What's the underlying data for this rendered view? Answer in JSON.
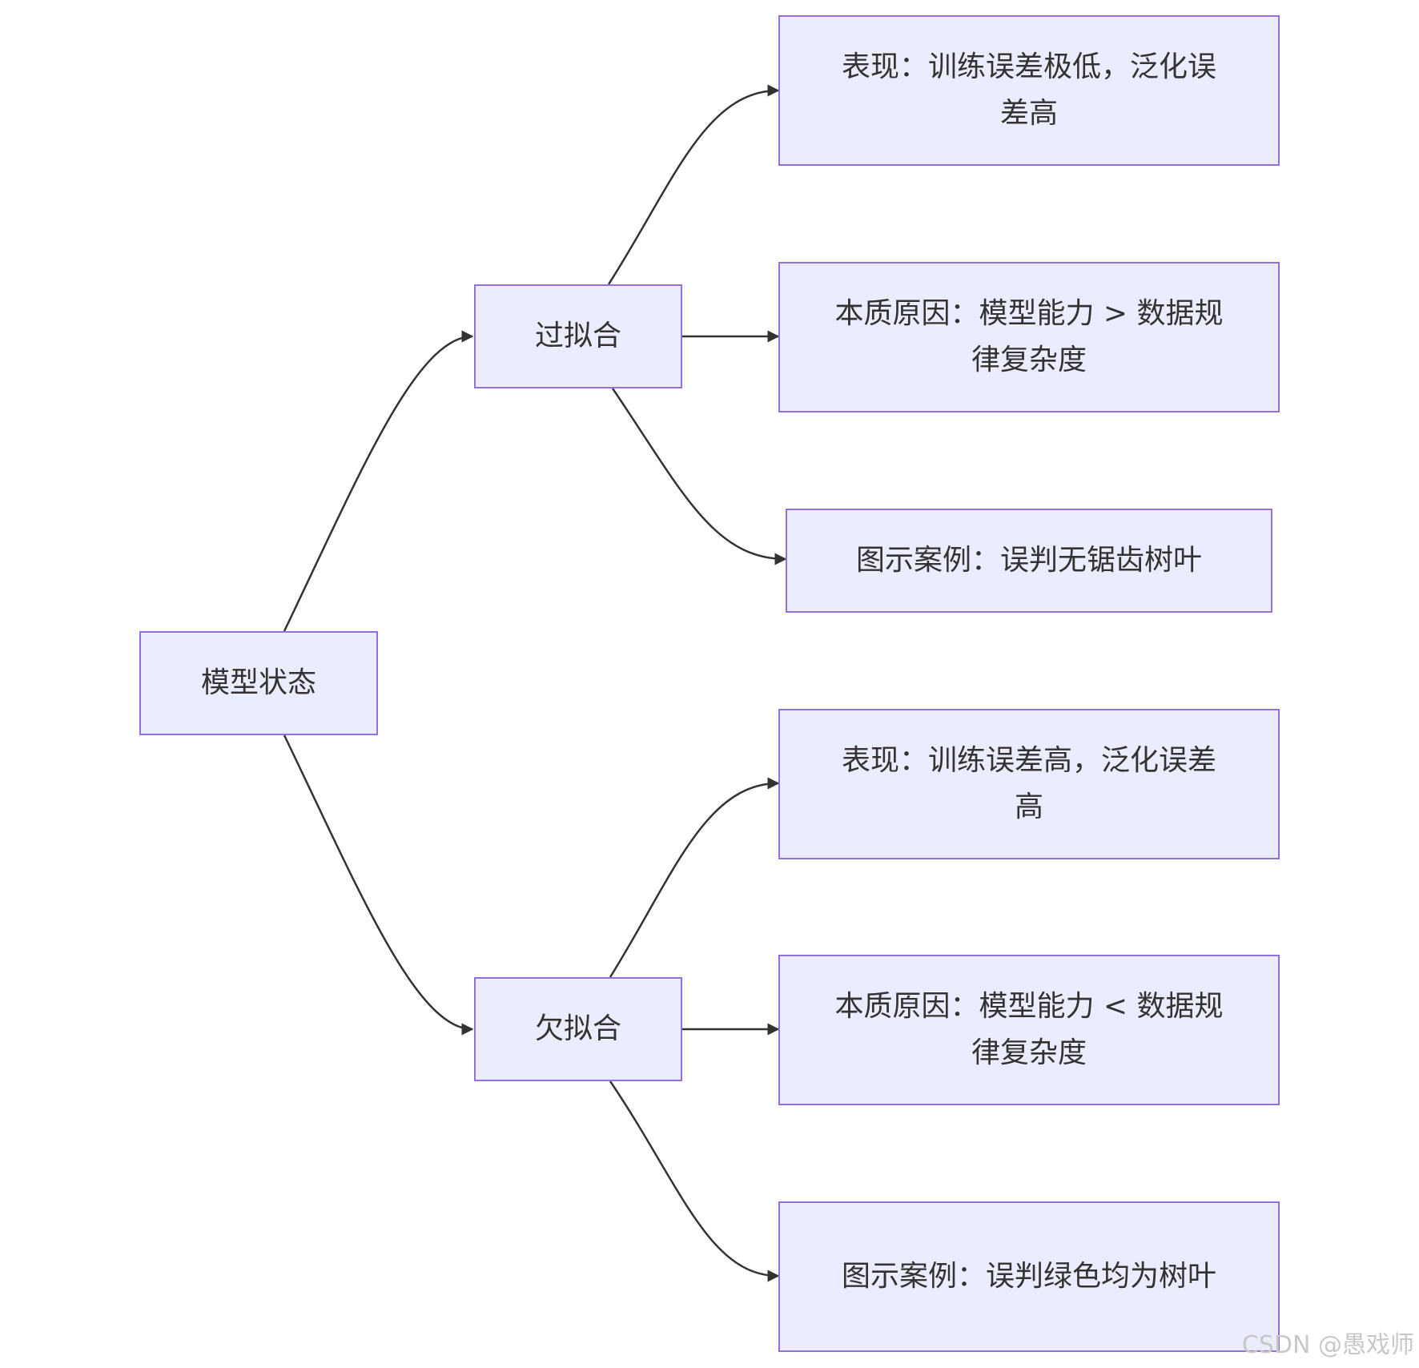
{
  "colors": {
    "node_fill": "#ececff",
    "node_border": "#9370db",
    "edge": "#333333",
    "text": "#333333"
  },
  "nodes": {
    "root": {
      "label": "模型状态"
    },
    "overfit": {
      "label": "过拟合"
    },
    "underfit": {
      "label": "欠拟合"
    },
    "over_symptom": {
      "label": "表现：训练误差极低，泛化误差高"
    },
    "over_cause": {
      "label": "本质原因：模型能力 > 数据规律复杂度"
    },
    "over_example": {
      "label": "图示案例：误判无锯齿树叶"
    },
    "under_symptom": {
      "label": "表现：训练误差高，泛化误差高"
    },
    "under_cause": {
      "label": "本质原因：模型能力 < 数据规律复杂度"
    },
    "under_example": {
      "label": "图示案例：误判绿色均为树叶"
    }
  },
  "edges": [
    {
      "from": "root",
      "to": "overfit"
    },
    {
      "from": "root",
      "to": "underfit"
    },
    {
      "from": "overfit",
      "to": "over_symptom"
    },
    {
      "from": "overfit",
      "to": "over_cause"
    },
    {
      "from": "overfit",
      "to": "over_example"
    },
    {
      "from": "underfit",
      "to": "under_symptom"
    },
    {
      "from": "underfit",
      "to": "under_cause"
    },
    {
      "from": "underfit",
      "to": "under_example"
    }
  ],
  "watermark": "CSDN @愚戏师"
}
